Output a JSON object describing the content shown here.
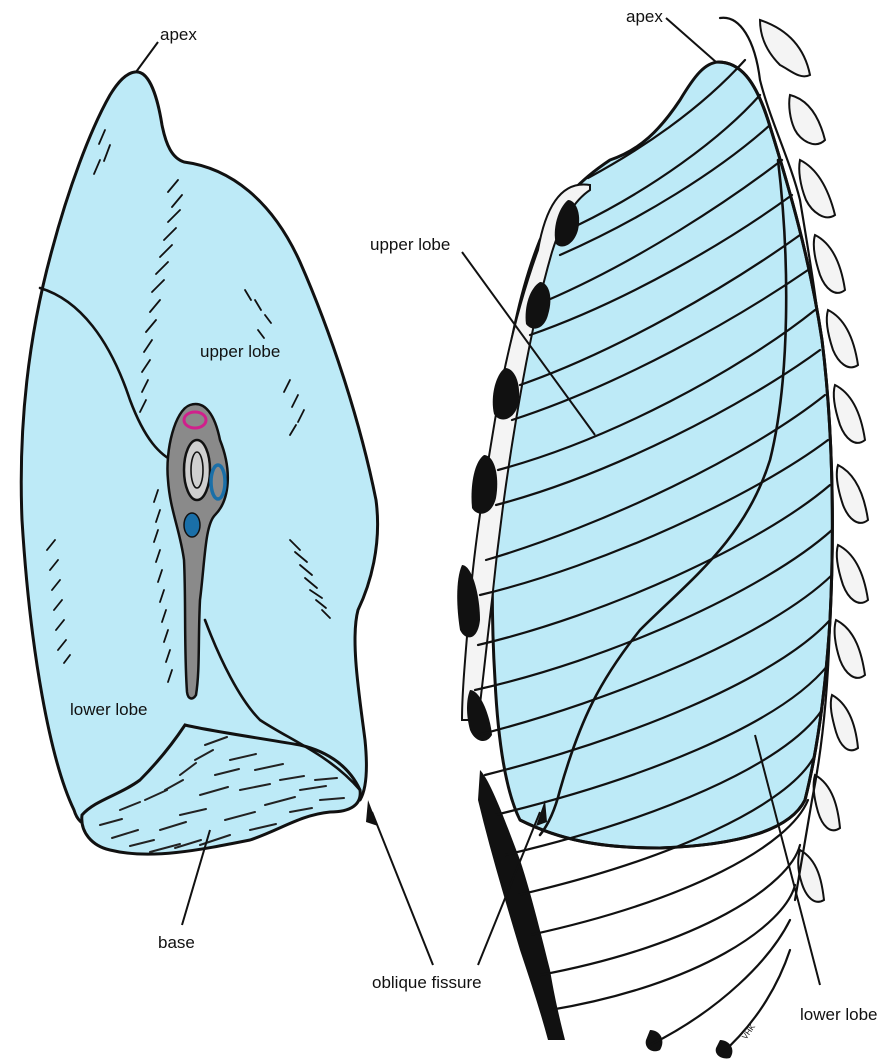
{
  "labels": {
    "left_apex": "apex",
    "left_upper_lobe": "upper lobe",
    "left_lower_lobe": "lower lobe",
    "base": "base",
    "right_apex": "apex",
    "right_upper_lobe": "upper lobe",
    "right_lower_lobe": "lower lobe",
    "oblique_fissure": "oblique fissure",
    "signature": "VHK"
  },
  "colors": {
    "lung_fill": "#bdeaf7",
    "hilum_fill": "#8a8a8a",
    "artery": "#d0208c",
    "vein": "#1a6fa8",
    "ink": "#111111"
  }
}
